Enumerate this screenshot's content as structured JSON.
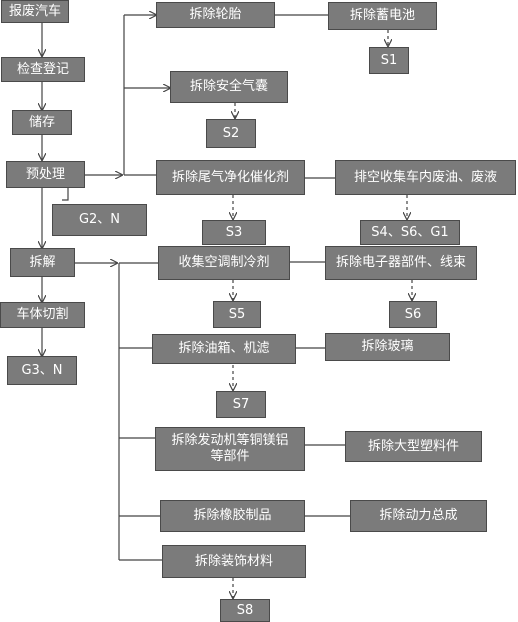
{
  "colors": {
    "box_fill": "#7b7b7b",
    "box_text": "#ffffff",
    "line": "#444444"
  },
  "nodes": {
    "scrap_car": "报废汽车",
    "inspect_register": "检查登记",
    "storage": "储存",
    "pretreatment": "预处理",
    "g2n": "G2、N",
    "dismantle": "拆解",
    "body_cutting": "车体切割",
    "g3n": "G3、N",
    "remove_tires": "拆除轮胎",
    "remove_battery": "拆除蓄电池",
    "s1": "S1",
    "remove_airbag": "拆除安全气囊",
    "s2": "S2",
    "remove_catalyst": "拆除尾气净化催化剂",
    "drain_fluids": "排空收集车内废油、废液",
    "s3": "S3",
    "s4s6g1": "S4、S6、G1",
    "collect_refrigerant": "收集空调制冷剂",
    "remove_electronics": "拆除电子器部件、线束",
    "s5": "S5",
    "s6": "S6",
    "remove_tank_filter": "拆除油箱、机滤",
    "remove_glass": "拆除玻璃",
    "s7": "S7",
    "remove_engine_metals": "拆除发动机等铜镁铝\n等部件",
    "remove_plastics": "拆除大型塑料件",
    "remove_rubber": "拆除橡胶制品",
    "remove_powertrain": "拆除动力总成",
    "remove_decor": "拆除装饰材料",
    "s8": "S8"
  }
}
